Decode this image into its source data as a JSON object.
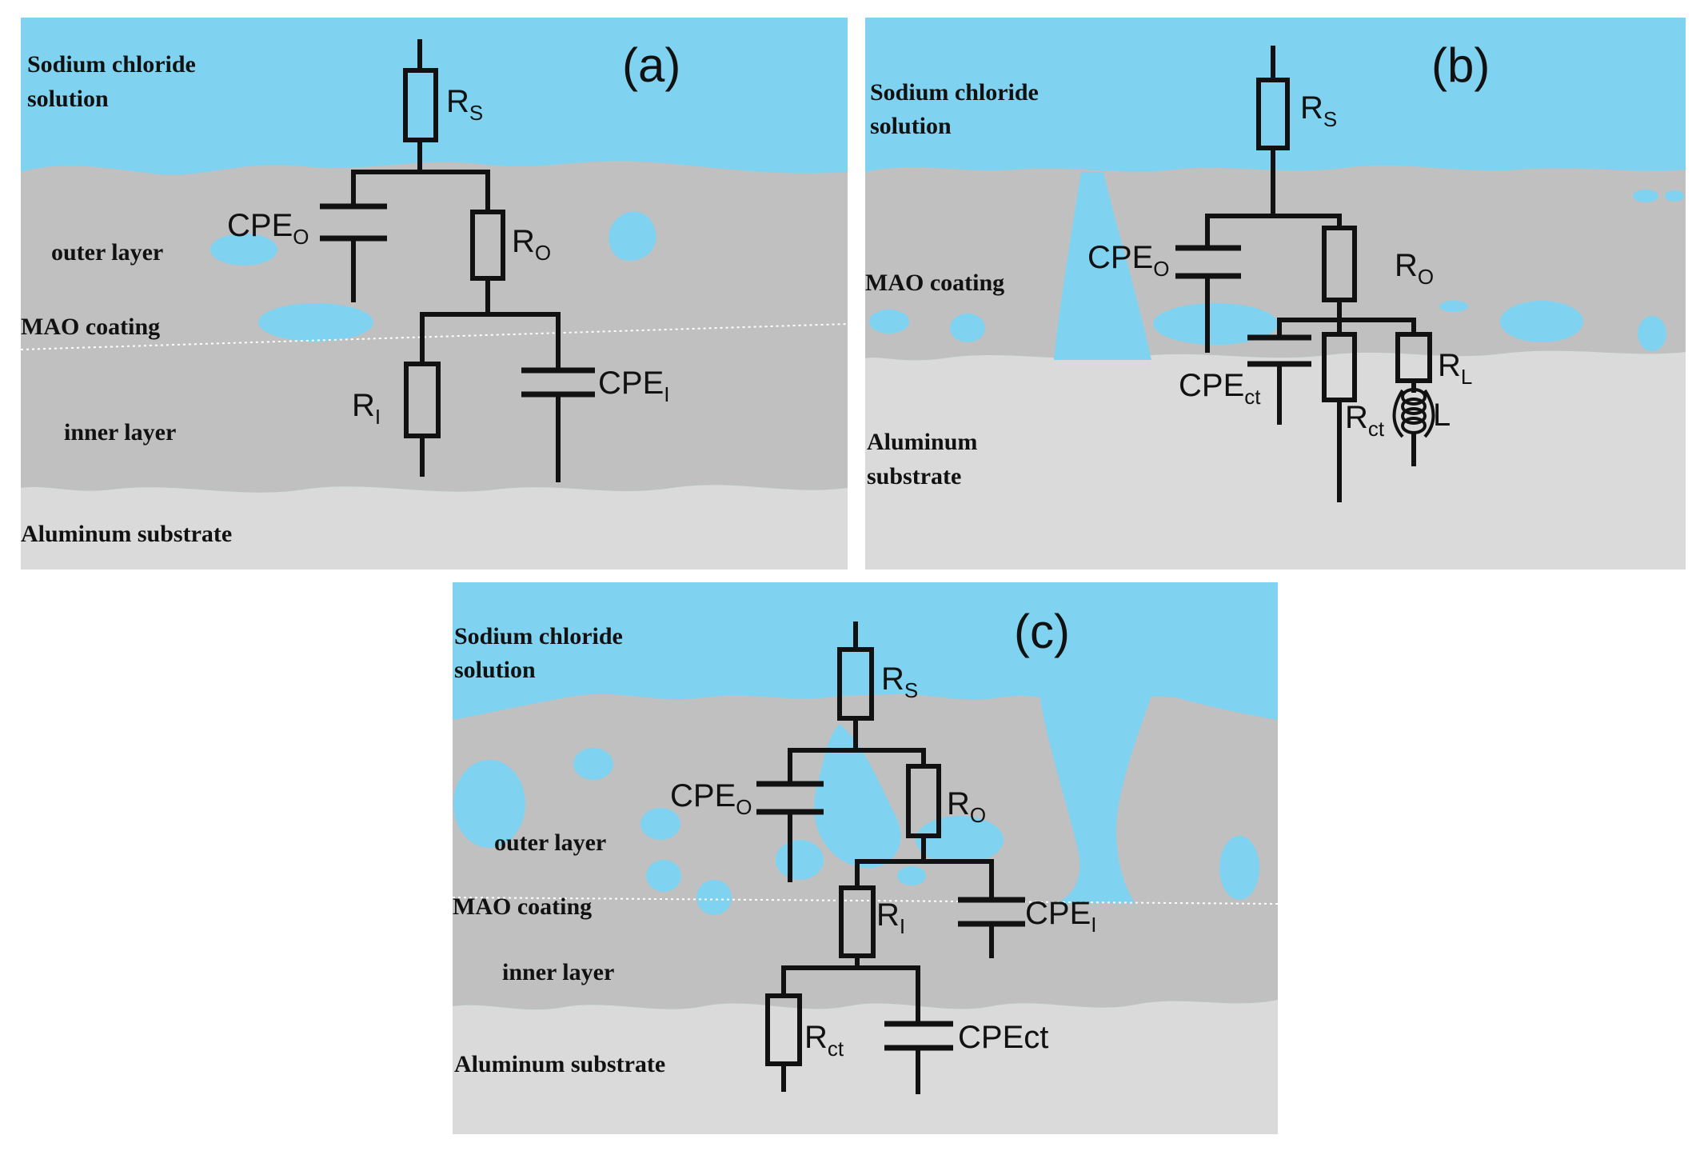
{
  "colors": {
    "solution": "#7fd3f0",
    "coating": "#c0c0c0",
    "substrate": "#dadada",
    "wire": "#111111"
  },
  "panels": {
    "a": {
      "tag": "(a)",
      "layers": {
        "solution_l1": "Sodium chloride",
        "solution_l2": "solution",
        "outer": "outer layer",
        "coating": "MAO coating",
        "inner": "inner layer",
        "substrate": "Aluminum substrate"
      },
      "components": {
        "Rs": {
          "main": "R",
          "sub": "S"
        },
        "CPEo": {
          "main": "CPE",
          "sub": "O"
        },
        "Ro": {
          "main": "R",
          "sub": "O"
        },
        "Ri": {
          "main": "R",
          "sub": "I"
        },
        "CPEi": {
          "main": "CPE",
          "sub": "I"
        }
      }
    },
    "b": {
      "tag": "(b)",
      "layers": {
        "solution_l1": "Sodium chloride",
        "solution_l2": "solution",
        "coating": "MAO coating",
        "substrate_l1": "Aluminum",
        "substrate_l2": "substrate"
      },
      "components": {
        "Rs": {
          "main": "R",
          "sub": "S"
        },
        "CPEo": {
          "main": "CPE",
          "sub": "O"
        },
        "Ro": {
          "main": "R",
          "sub": "O"
        },
        "CPEct": {
          "main": "CPE",
          "sub": "ct"
        },
        "Rct": {
          "main": "R",
          "sub": "ct"
        },
        "RL": {
          "main": "R",
          "sub": "L"
        },
        "L": {
          "main": "L"
        }
      }
    },
    "c": {
      "tag": "(c)",
      "layers": {
        "solution_l1": "Sodium chloride",
        "solution_l2": "solution",
        "outer": "outer layer",
        "coating": "MAO coating",
        "inner": "inner layer",
        "substrate": "Aluminum substrate"
      },
      "components": {
        "Rs": {
          "main": "R",
          "sub": "S"
        },
        "CPEo": {
          "main": "CPE",
          "sub": "O"
        },
        "Ro": {
          "main": "R",
          "sub": "O"
        },
        "Ri": {
          "main": "R",
          "sub": "I"
        },
        "CPEi": {
          "main": "CPE",
          "sub": "I"
        },
        "Rct": {
          "main": "R",
          "sub": "ct"
        },
        "CPEct": {
          "main": "CPEct"
        }
      }
    }
  }
}
